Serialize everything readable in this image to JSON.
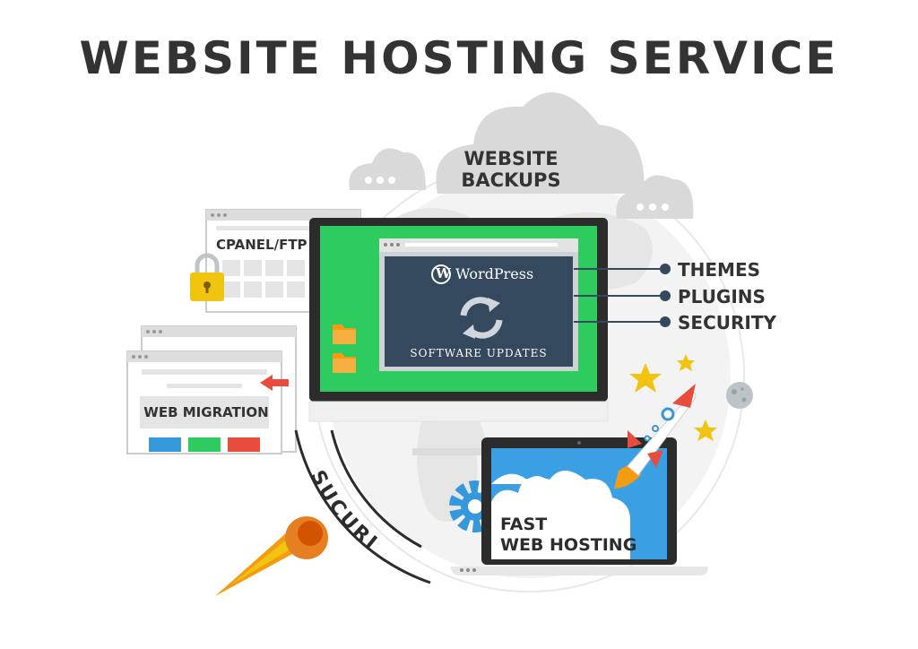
{
  "title": "WEBSITE HOSTING SERVICE",
  "backups": {
    "line1": "WEBSITE",
    "line2": "BACKUPS"
  },
  "cpanel": {
    "label": "CPANEL/FTP"
  },
  "migration": {
    "label": "WEB MIGRATION"
  },
  "monitor": {
    "brand": "WordPress",
    "brand_letter": "W",
    "updates_label": "SOFTWARE UPDATES",
    "features": [
      "THEMES",
      "PLUGINS",
      "SECURITY"
    ]
  },
  "laptop": {
    "line1": "FAST",
    "line2": "WEB HOSTING"
  },
  "sucuri": "SUCURI",
  "colors": {
    "dark": "#333333",
    "green": "#2ecc5e",
    "navy": "#34495e",
    "red": "#e74c3c",
    "blue": "#3498db",
    "yellow": "#f1c40f",
    "orange": "#e67e22"
  }
}
